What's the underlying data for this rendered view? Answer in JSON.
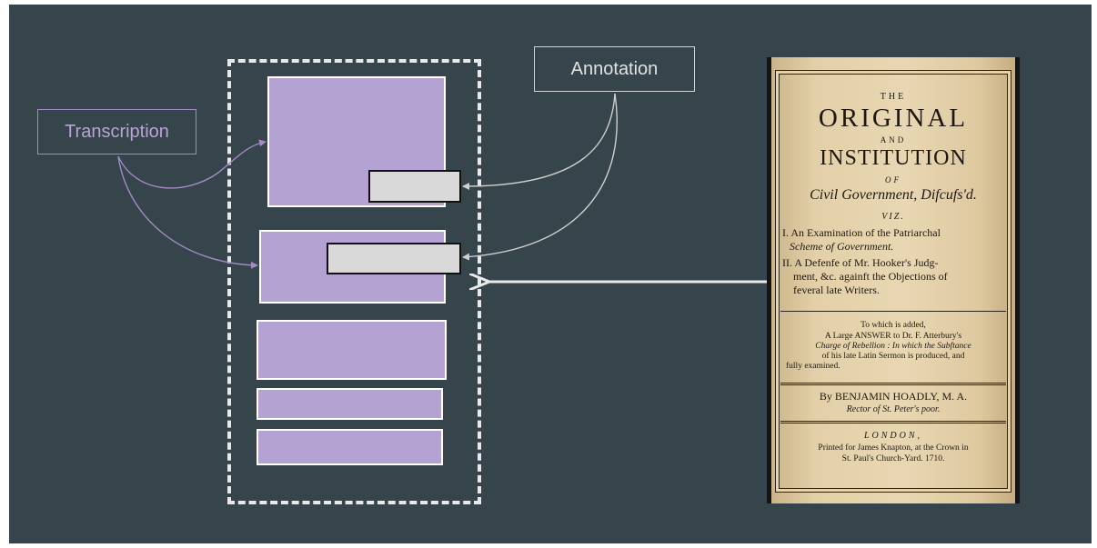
{
  "labels": {
    "transcription": "Transcription",
    "annotation": "Annotation"
  },
  "colors": {
    "background": "#36454c",
    "block_fill": "#b4a2d2",
    "note_fill": "#d9d9d9",
    "transcription_accent": "#a28ac2",
    "annotation_stroke": "#d4d4d4",
    "arrow": "#e9e9e9"
  },
  "book": {
    "the": "THE",
    "original": "ORIGINAL",
    "and": "AND",
    "institution": "INSTITUTION",
    "of": "OF",
    "civil": "Civil Government, Difcufs'd.",
    "viz": "VIZ.",
    "item1_line1": "I. An Examination of the Patriarchal",
    "item1_line2": "Scheme of Government.",
    "item2_line1": "II. A Defenfe of Mr. Hooker's Judg-",
    "item2_line2": "ment, &c. againft the Objections of",
    "item2_line3": "feveral late Writers.",
    "added1": "To which is added,",
    "added2": "A Large ANSWER to Dr. F. Atterbury's",
    "added3": "Charge of Rebellion : In which the Subftance",
    "added4": "of his late Latin Sermon is produced, and",
    "added5": "fully examined.",
    "author": "By BENJAMIN HOADLY, M. A.",
    "rector": "Rector of St. Peter's poor.",
    "london": "LONDON,",
    "printed1": "Printed for James Knapton, at the Crown in",
    "printed2": "St. Paul's Church-Yard. 1710."
  }
}
